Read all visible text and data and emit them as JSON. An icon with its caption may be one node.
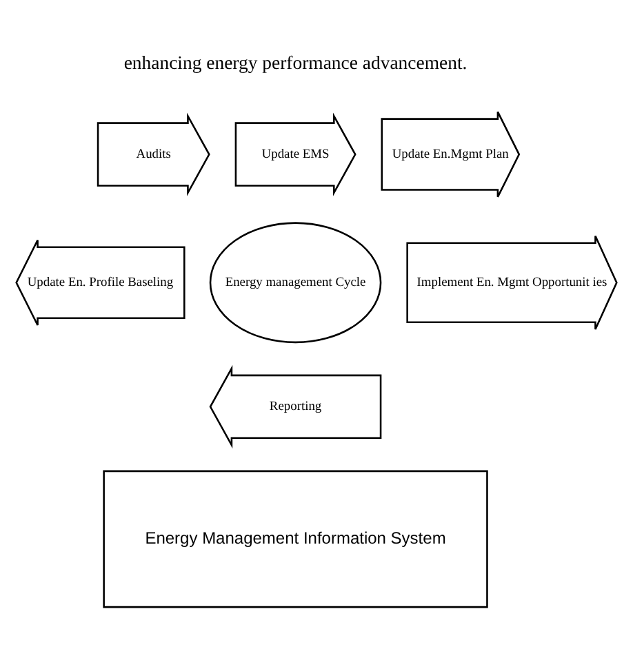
{
  "diagram": {
    "nodes": [
      {
        "text": [
          "Update EMS"
        ]
      },
      {
        "text": [
          "Update En.Mgmt Plan"
        ]
      },
      {
        "text": [
          "Audits"
        ]
      },
      {
        "text": [
          "Energy management Cycle"
        ]
      },
      {
        "text": [
          "Update En. Profile Baseling"
        ]
      },
      {
        "text": [
          "Implement En. Mgmt Opportunit ies"
        ]
      },
      {
        "text": [
          "Reporting"
        ]
      },
      {
        "text": [
          "Energy Management Information System"
        ]
      }
    ],
    "labels": [
      "enhancing energy performance advancement."
    ]
  }
}
